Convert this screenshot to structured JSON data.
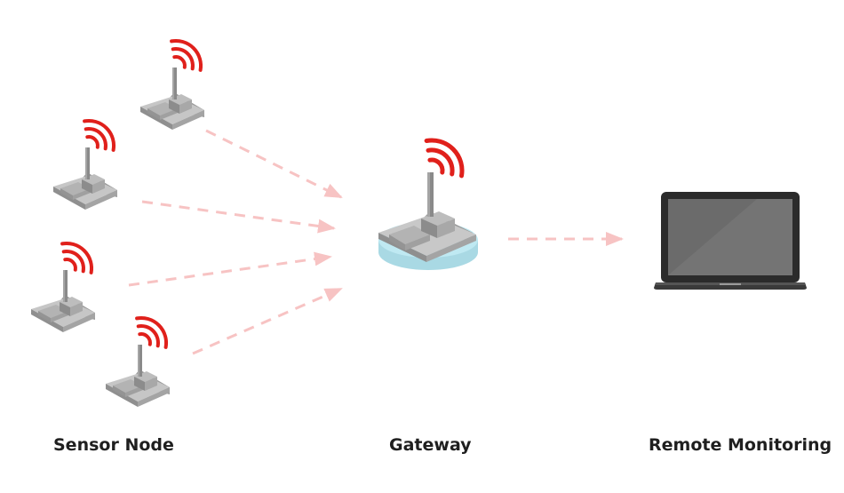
{
  "labels": {
    "sensor_node": "Sensor Node",
    "gateway": "Gateway",
    "remote_monitoring": "Remote Monitoring"
  },
  "nodes": [
    {
      "role": "sensor",
      "icon": "sensor-board-icon"
    },
    {
      "role": "sensor",
      "icon": "sensor-board-icon"
    },
    {
      "role": "sensor",
      "icon": "sensor-board-icon"
    },
    {
      "role": "sensor",
      "icon": "sensor-board-icon"
    },
    {
      "role": "gateway",
      "icon": "gateway-board-icon"
    },
    {
      "role": "monitor",
      "icon": "laptop-icon"
    }
  ],
  "edges": [
    {
      "from": 0,
      "to": 4
    },
    {
      "from": 1,
      "to": 4
    },
    {
      "from": 2,
      "to": 4
    },
    {
      "from": 3,
      "to": 4
    },
    {
      "from": 4,
      "to": 5
    }
  ],
  "colors": {
    "signal": "#e0201b",
    "arrow": "#f7c3c3",
    "board": "#a9a9a9",
    "gateway_base": "#bfe9f2",
    "laptop_body": "#2b2b2b",
    "label": "#1f1f1f"
  }
}
